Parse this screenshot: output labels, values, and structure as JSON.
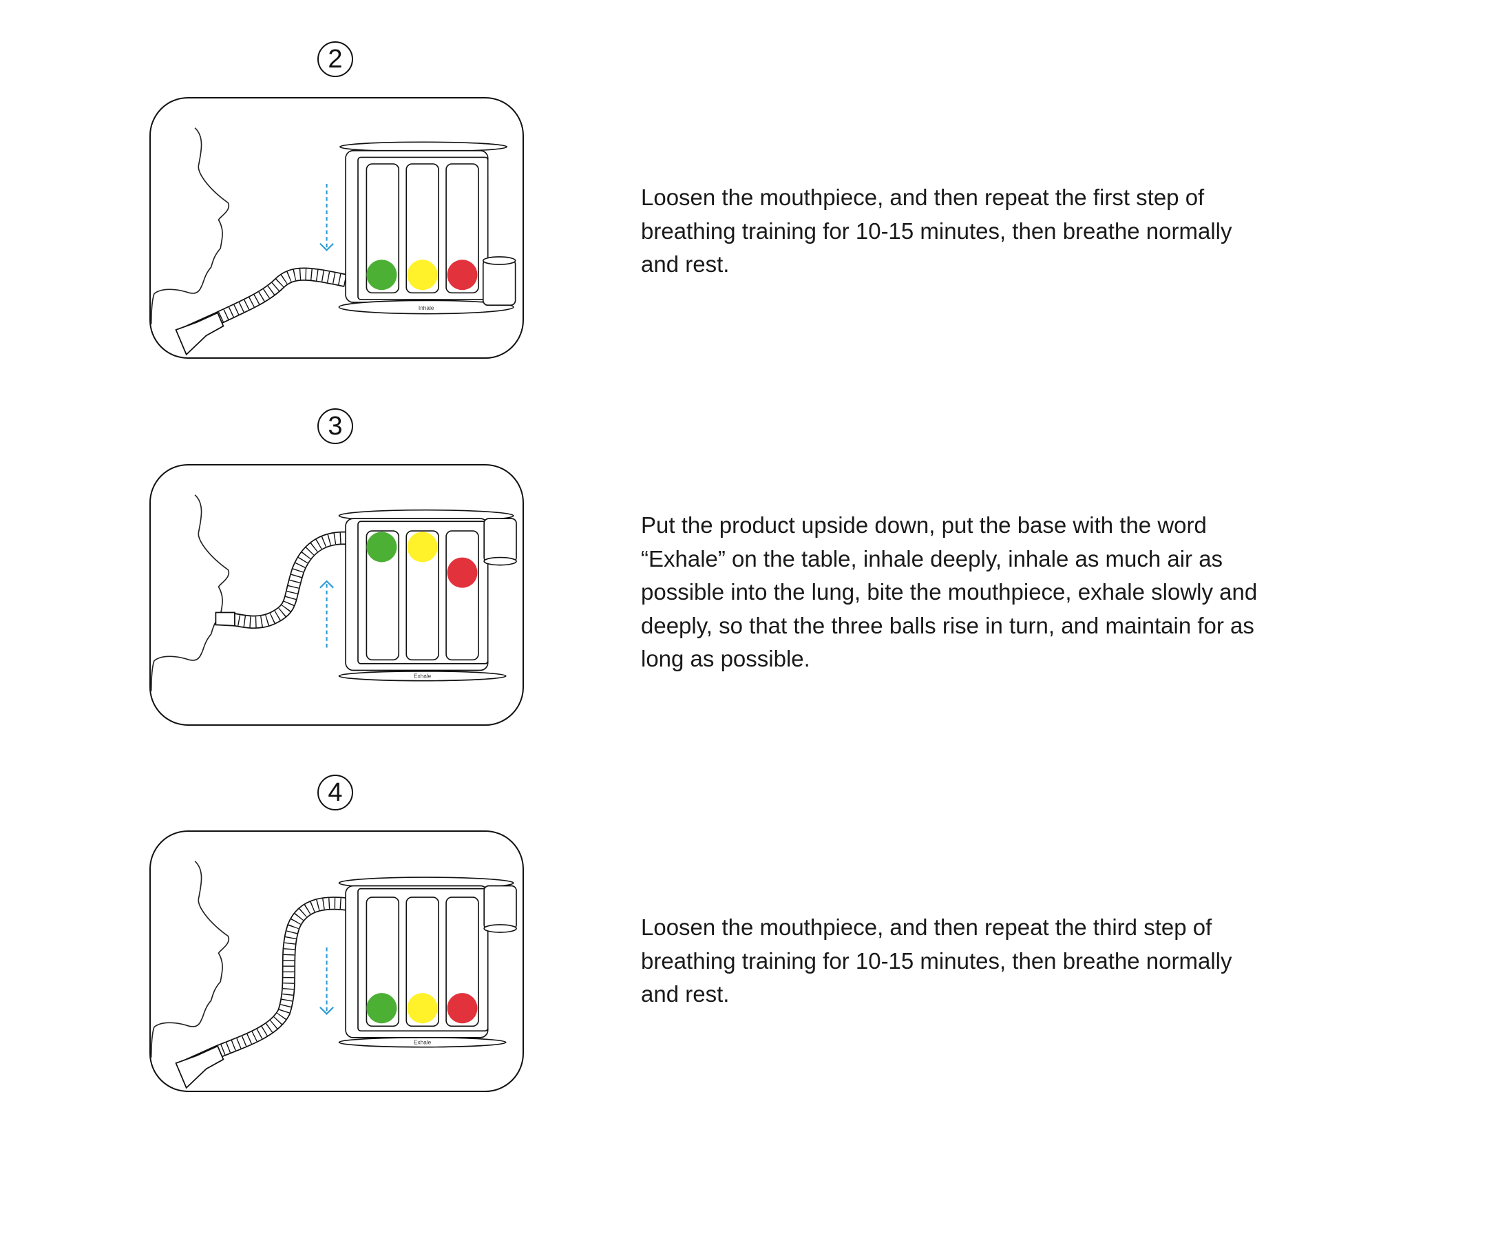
{
  "colors": {
    "green": "#4bb034",
    "yellow": "#fff12a",
    "red": "#e2323c",
    "arrow": "#2e9bd6"
  },
  "steps": [
    {
      "number": "2",
      "device_label": "Inhale",
      "arrow": "arrow-down",
      "lines": [
        "Loosen the mouthpiece, and then repeat the first step of",
        "breathing training for 10-15 minutes, then breathe normally",
        "and rest."
      ]
    },
    {
      "number": "3",
      "device_label": "Exhale",
      "arrow": "arrow-up",
      "lines": [
        "Put the product upside down, put the base with the word",
        "“Exhale” on the table, inhale deeply, inhale as much air as",
        "possible into the lung, bite the mouthpiece, exhale slowly and",
        "deeply, so that the three balls rise in turn, and maintain for as",
        "long as possible."
      ]
    },
    {
      "number": "4",
      "device_label": "Exhale",
      "arrow": "arrow-down",
      "lines": [
        "Loosen the mouthpiece, and then repeat the third step of",
        "breathing training for 10-15 minutes, then breathe normally",
        "and rest."
      ]
    }
  ]
}
